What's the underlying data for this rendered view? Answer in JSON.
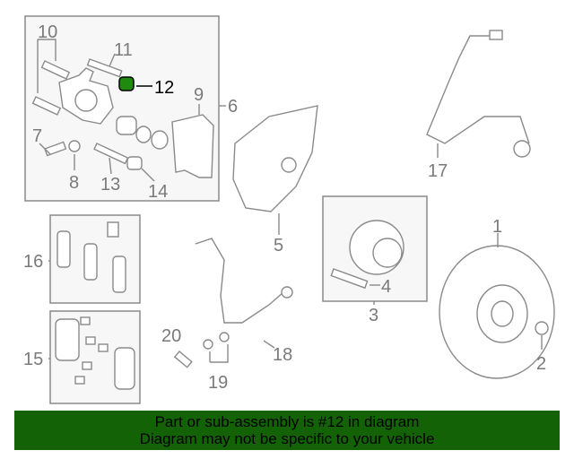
{
  "diagram": {
    "labels": {
      "l1": "1",
      "l2": "2",
      "l3": "3",
      "l4": "4",
      "l5": "5",
      "l6": "6",
      "l7": "7",
      "l8": "8",
      "l9": "9",
      "l10": "10",
      "l11": "11",
      "l12": "12",
      "l13": "13",
      "l14": "14",
      "l15": "15",
      "l16": "16",
      "l17": "17",
      "l18": "18",
      "l19": "19",
      "l20": "20"
    },
    "highlight_part": "12",
    "highlight_color": "#1f8a0e"
  },
  "banner": {
    "line1": "Part or sub-assembly is #12 in diagram",
    "line2": "Diagram may not be specific to your vehicle",
    "color": "#136306"
  }
}
